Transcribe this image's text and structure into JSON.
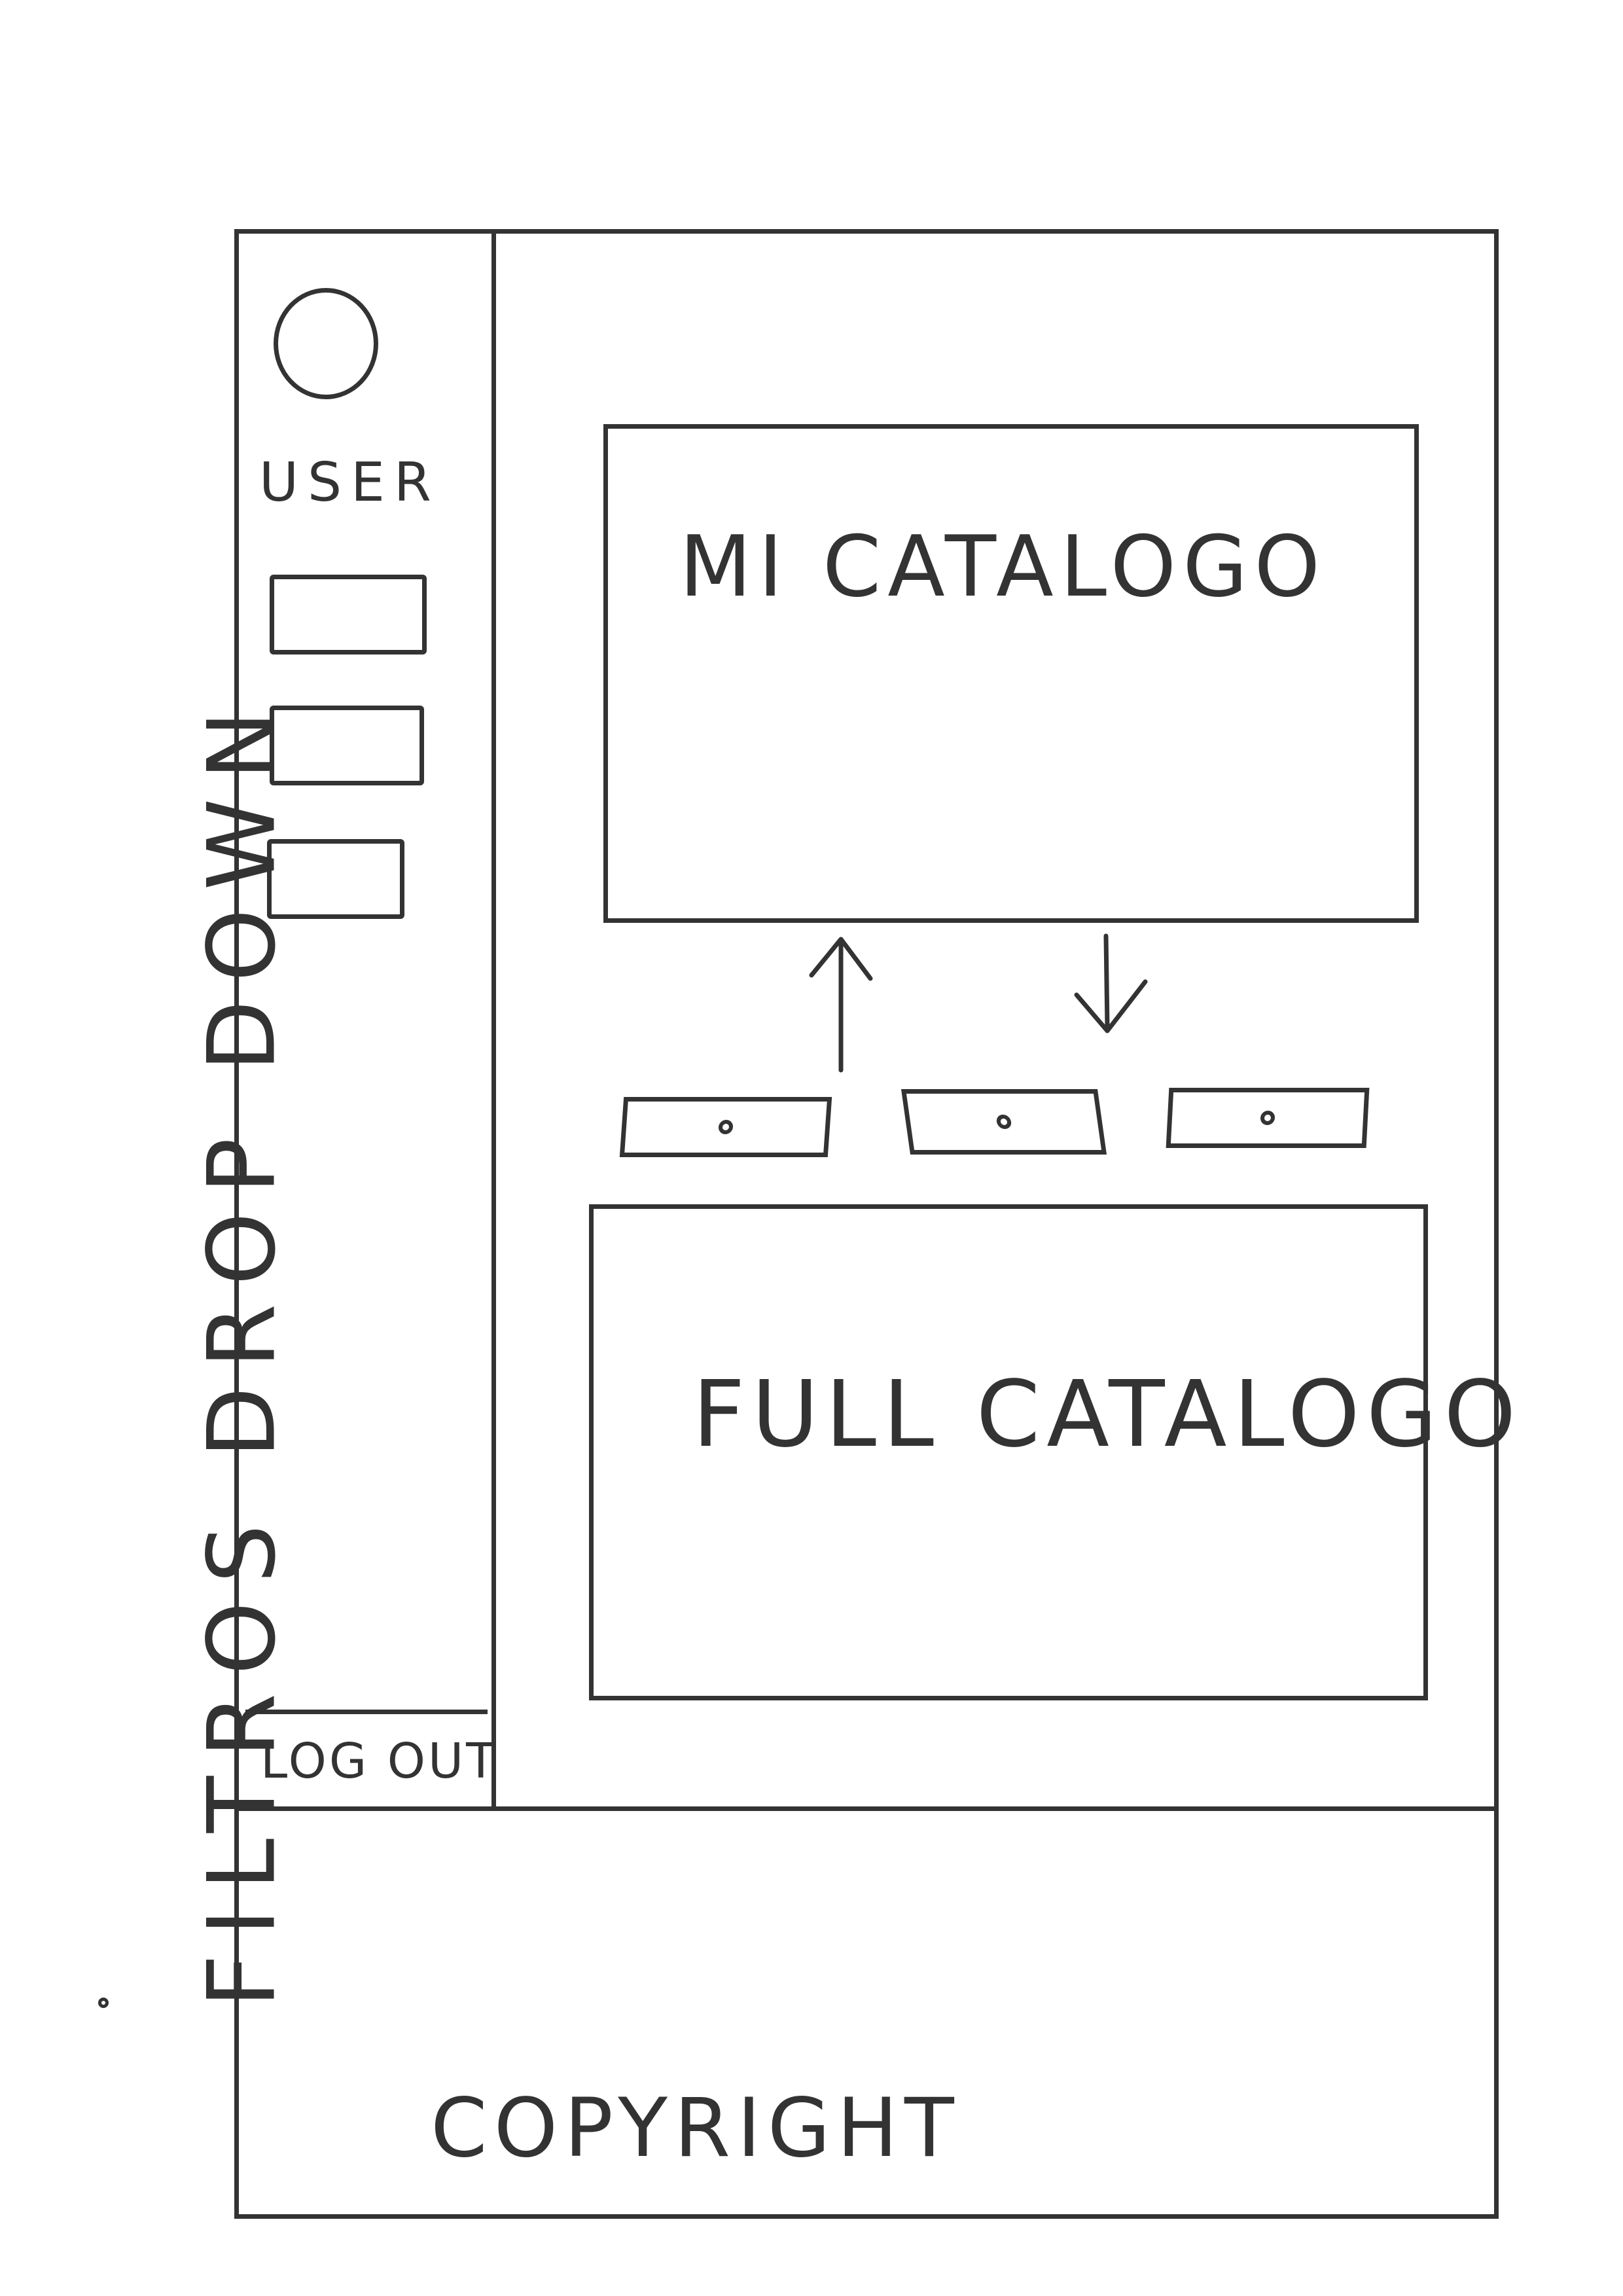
{
  "sidebar": {
    "user_label": "USER",
    "logout_label": "LOG OUT",
    "menu_items": [
      "",
      "",
      ""
    ]
  },
  "main": {
    "mi_catalogo_title": "MI CATALOGO",
    "full_catalogo_title": "FULL CATALOGO",
    "controls": [
      "",
      "",
      ""
    ]
  },
  "footer": {
    "copyright": "COPYRIGHT"
  },
  "annotation": {
    "side_note": "FILTROS DROP DOWN"
  },
  "icons": {
    "move_up": "arrow-up-icon",
    "move_down": "arrow-down-icon",
    "avatar": "avatar-circle-icon"
  },
  "colors": {
    "ink": "#333333",
    "paper": "#ffffff"
  }
}
